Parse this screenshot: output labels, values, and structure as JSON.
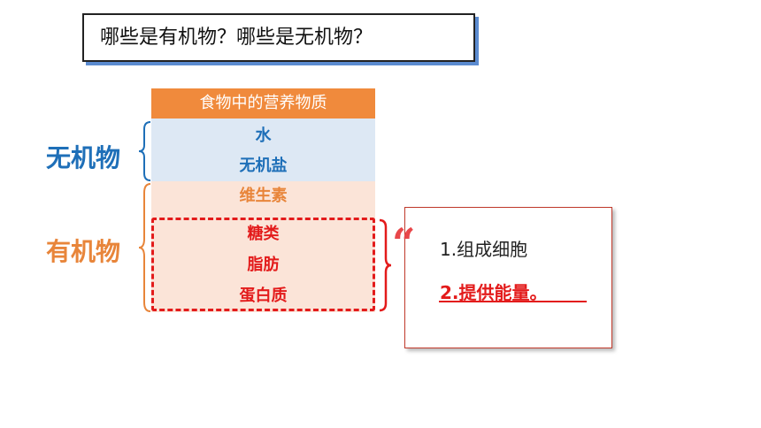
{
  "title": "哪些是有机物？哪些是无机物？",
  "table": {
    "header": "食物中的营养物质",
    "inorganic_items": [
      "水",
      "无机盐"
    ],
    "organic_items": [
      "维生素",
      "糖类",
      "脂肪",
      "蛋白质"
    ]
  },
  "labels": {
    "inorganic": "无机物",
    "organic": "有机物"
  },
  "callout": {
    "quote_mark": "“",
    "line1": "1.组成细胞",
    "line2": "2.提供能量。"
  },
  "colors": {
    "header_bg": "#f08a3c",
    "inorganic_bg": "#dde8f4",
    "organic_bg": "#fbe4d8",
    "inorganic_text": "#1e6fb8",
    "organic_text": "#e8853a",
    "highlight_red": "#e31b1b"
  }
}
